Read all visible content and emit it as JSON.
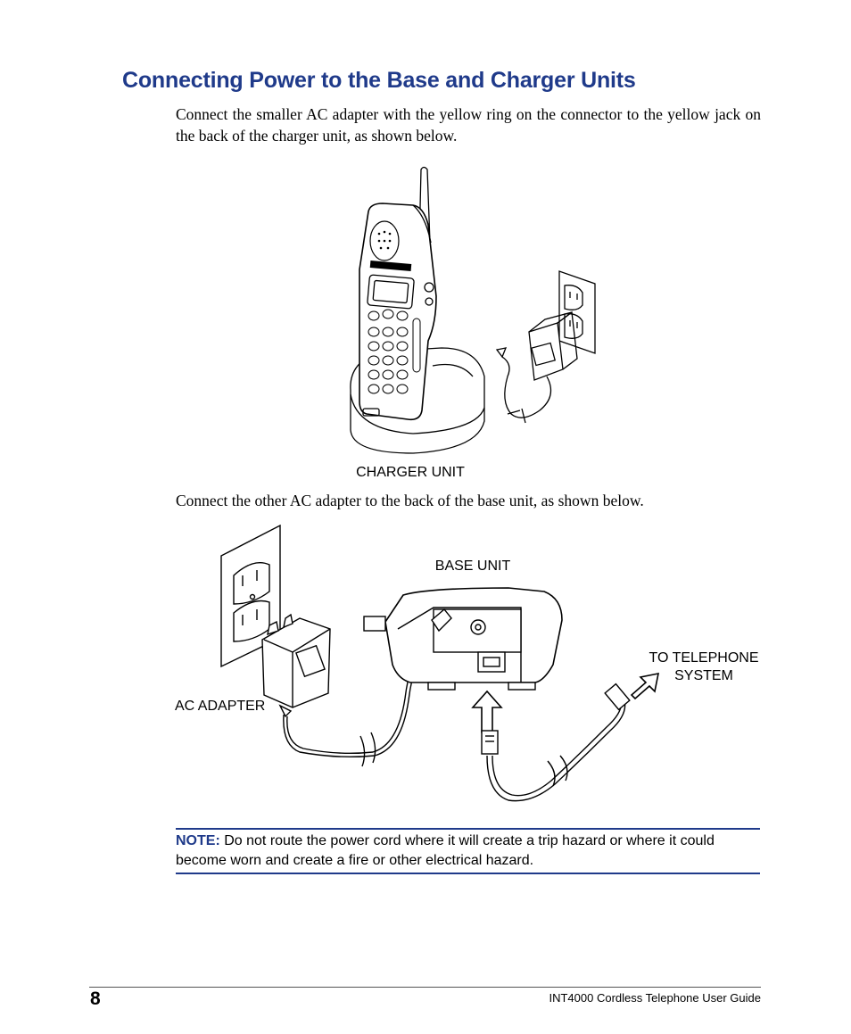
{
  "section": {
    "title": "Connecting Power to the Base and Charger Units",
    "para1": "Connect the smaller AC adapter with the yellow ring on the connector to the yellow jack on the back of the charger unit, as shown below.",
    "para2": "Connect the other AC adapter to the back of the base unit, as shown below."
  },
  "figure1": {
    "caption": "CHARGER UNIT"
  },
  "figure2": {
    "label_base": "BASE UNIT",
    "label_telephone_line1": "TO TELEPHONE",
    "label_telephone_line2": "SYSTEM",
    "label_adapter": "AC ADAPTER"
  },
  "note": {
    "label": "NOTE:",
    "text": "Do not route the power cord where it will create a trip hazard or where it could become worn and create a fire or other electrical hazard."
  },
  "footer": {
    "page_number": "8",
    "document_title": "INT4000 Cordless Telephone User Guide"
  },
  "colors": {
    "accent": "#1f3a8a"
  }
}
